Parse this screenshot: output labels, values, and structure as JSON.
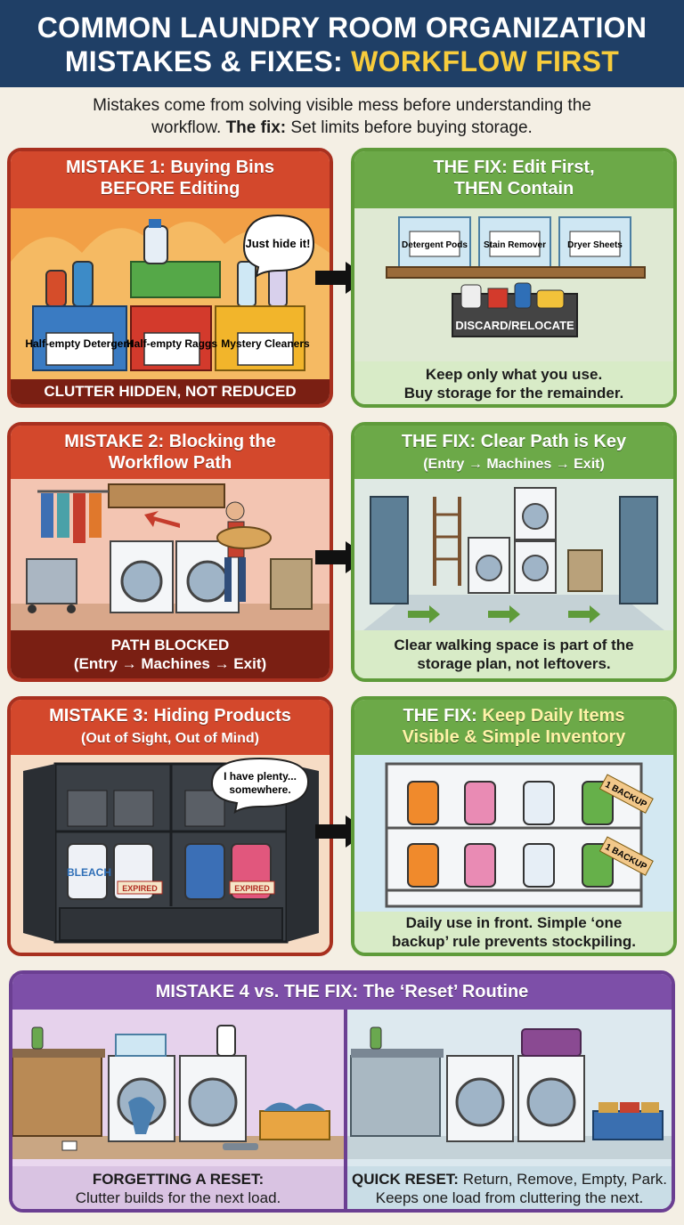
{
  "header": {
    "title_line1": "COMMON LAUNDRY ROOM ORGANIZATION",
    "title_line2_plain": "MISTAKES & FIXES: ",
    "title_line2_highlight": "WORKFLOW FIRST"
  },
  "intro": {
    "line1": "Mistakes come from solving visible mess before understanding the",
    "line2_plain": "workflow. ",
    "line2_bold": "The fix:",
    "line2_rest": " Set limits before buying storage."
  },
  "colors": {
    "header_bg": "#1f3f66",
    "highlight": "#f7cc3c",
    "mistake_red": "#d3482c",
    "fix_green": "#6ca948",
    "bottom_purple": "#7d4fa8"
  },
  "mistake1": {
    "title_line1": "MISTAKE 1: Buying Bins",
    "title_line2": "BEFORE Editing",
    "thought": "Just hide it!",
    "bin_labels": [
      "Half-empty Detergent",
      "Half-empty Raggs",
      "Mystery Cleaners"
    ],
    "caption": "CLUTTER HIDDEN, NOT REDUCED"
  },
  "fix1": {
    "title_line1": "THE FIX: Edit First,",
    "title_line2": "THEN Contain",
    "bin_labels": [
      "Detergent Pods",
      "Stain Remover",
      "Dryer Sheets"
    ],
    "discard_label": "DISCARD/RELOCATE",
    "caption_line1": "Keep only what you use.",
    "caption_line2": "Buy storage for the remainder."
  },
  "mistake2": {
    "title_line1": "MISTAKE 2: Blocking the",
    "title_line2": "Workflow Path",
    "caption_line1": "PATH BLOCKED",
    "caption_line2": "(Entry → Machines → Exit)"
  },
  "fix2": {
    "title_line1": "THE FIX: Clear Path is Key",
    "title_line2": "(Entry → Machines → Exit)",
    "caption_line1": "Clear walking space is part of the",
    "caption_line2": "storage plan, not leftovers."
  },
  "mistake3": {
    "title_line1": "MISTAKE 3: Hiding Products",
    "title_line2": "(Out of Sight, Out of Mind)",
    "thought_line1": "I have plenty...",
    "thought_line2": "somewhere.",
    "bottle_label": "BLEACH",
    "expired_labels": [
      "EXPIRED",
      "EXPIRED"
    ]
  },
  "fix3": {
    "title_line1_plain": "THE FIX: ",
    "title_line1_highlight": "Keep Daily Items",
    "title_line2": "Visible & Simple Inventory",
    "backup_tags": [
      "1 BACKUP",
      "1 BACKUP"
    ],
    "caption_line1": "Daily use in front. Simple ‘one",
    "caption_line2": "backup’ rule prevents stockpiling."
  },
  "bottom": {
    "title": "MISTAKE 4 vs. THE FIX: The ‘Reset’ Routine",
    "left_bold": "FORGETTING A RESET:",
    "left_line2": "Clutter builds for the next load.",
    "right_bold": "QUICK RESET:",
    "right_rest": " Return, Remove, Empty, Park.",
    "right_line2": "Keeps one load from cluttering the next."
  }
}
